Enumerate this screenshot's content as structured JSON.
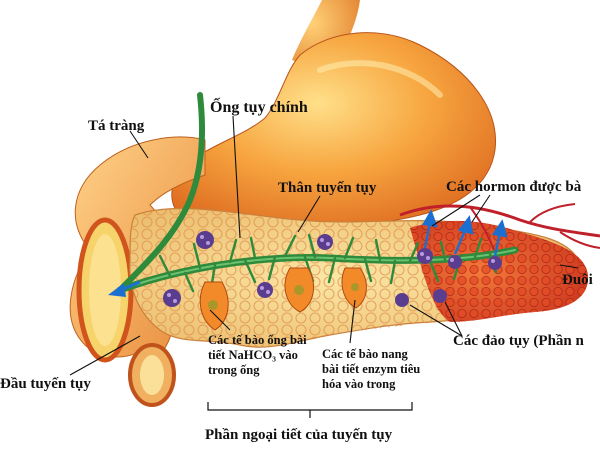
{
  "labels": {
    "duodenum": "Tá tràng",
    "main_duct": "Ống tụy chính",
    "body": "Thân tuyến tụy",
    "hormones": "Các hormon được bà",
    "tail": "Đuôi",
    "islets": "Các đảo tụy (Phần n",
    "head": "Đầu tuyến tụy",
    "duct_cells": "Các tế bào ống bài tiết NaHCO₃ vào trong ống",
    "acinar_cells": "Các tế bào nang bài tiết enzym tiêu hóa vào trong",
    "exocrine": "Phần ngoại tiết của tuyến tụy"
  },
  "colors": {
    "stomach": "#f39a2e",
    "pancreas": "#f2d27a",
    "tail_tissue": "#e8502a",
    "duct": "#3a9a4a",
    "islet": "#5b3d8f",
    "vessel": "#c0202a",
    "arrow": "#1a6fd0"
  }
}
